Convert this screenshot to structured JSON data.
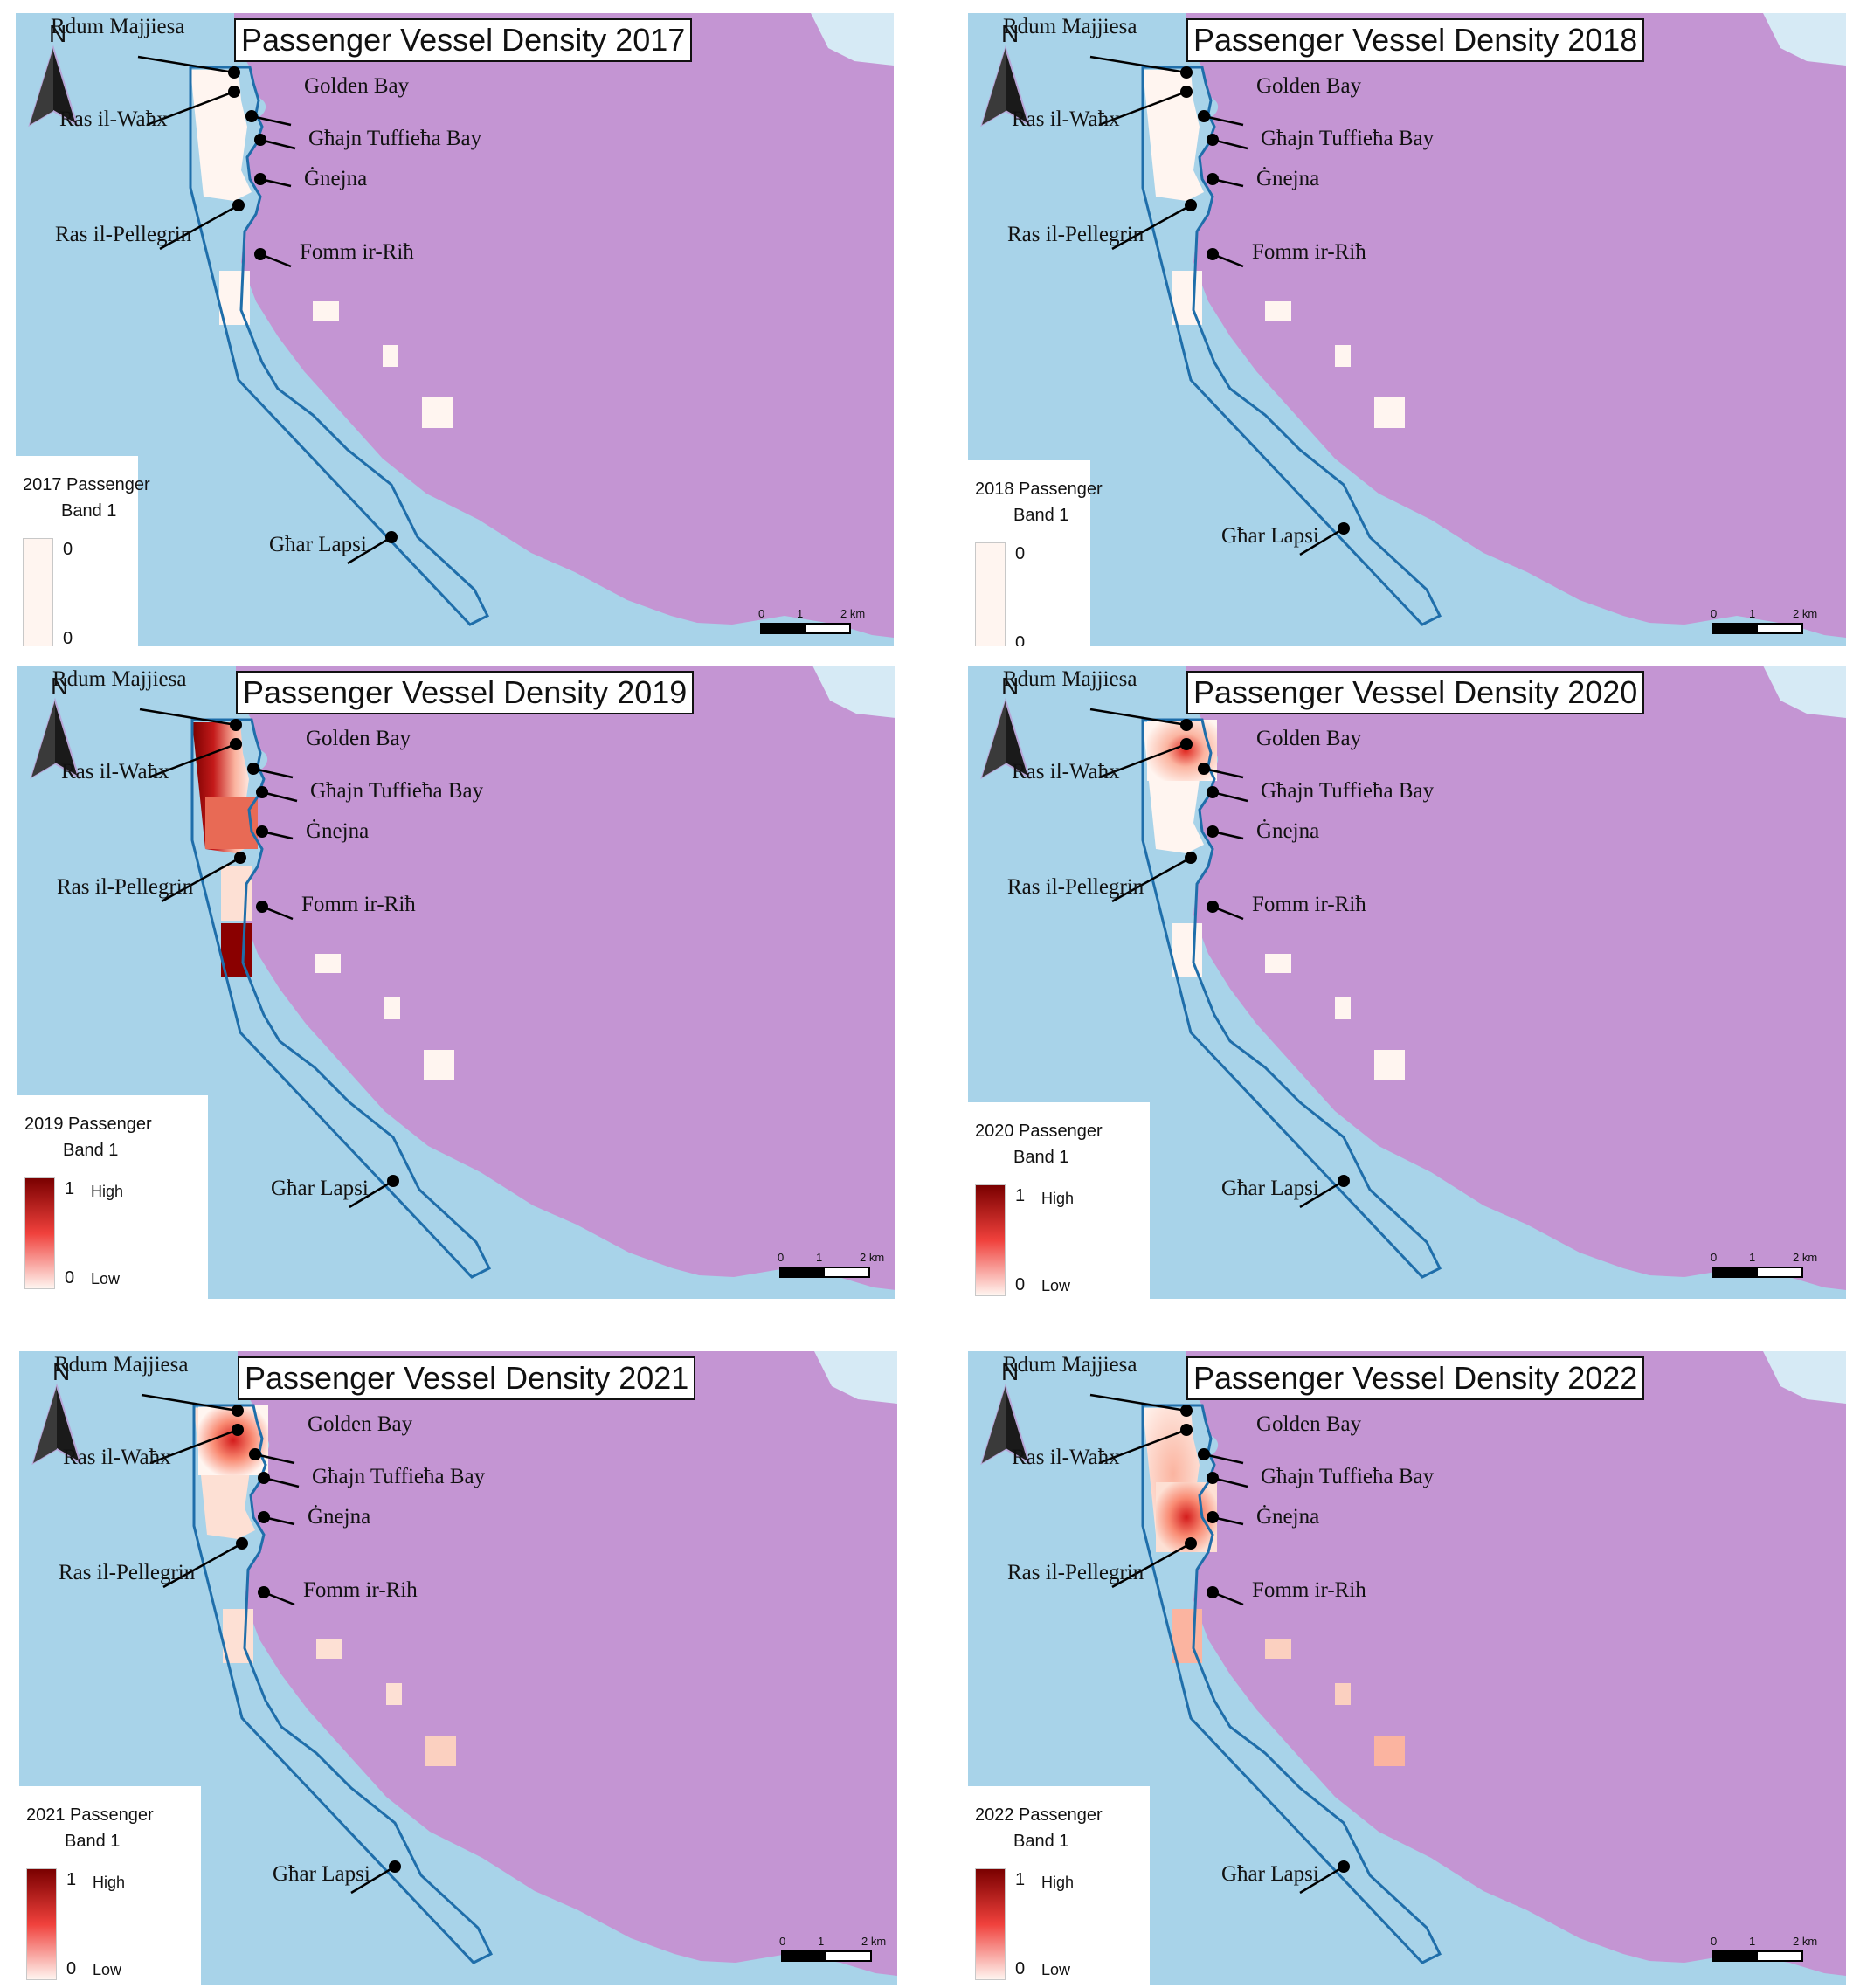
{
  "north_label": "N",
  "places": {
    "rdum": "Rdum Majjiesa",
    "wahx": "Ras il-Waħx",
    "golden": "Golden Bay",
    "tuffieha": "Għajn Tuffieħa Bay",
    "gnejna": "Ġnejna",
    "pellegrin": "Ras il-Pellegrin",
    "fomm": "Fomm ir-Riħ",
    "lapsi": "Għar Lapsi"
  },
  "scale_bar": {
    "ticks": [
      "0",
      "1",
      "2 km"
    ]
  },
  "colors": {
    "sea": "#a8d3e9",
    "land": "#c495d3",
    "boundary": "#1f6eaa",
    "low": "#fff5f0",
    "high": "#7a0000"
  },
  "panels": [
    {
      "year": "2017",
      "title": "Passenger Vessel Density 2017",
      "legend": {
        "line1": "2017 Passenger",
        "line2": "Band 1",
        "top_value": "0",
        "bottom_value": "0",
        "high": "",
        "low": "",
        "gradient": false
      }
    },
    {
      "year": "2018",
      "title": "Passenger Vessel Density 2018",
      "legend": {
        "line1": "2018 Passenger",
        "line2": "Band 1",
        "top_value": "0",
        "bottom_value": "0",
        "high": "",
        "low": "",
        "gradient": false
      }
    },
    {
      "year": "2019",
      "title": "Passenger Vessel Density 2019",
      "legend": {
        "line1": "2019 Passenger",
        "line2": "Band 1",
        "top_value": "1",
        "bottom_value": "0",
        "high": "High",
        "low": "Low",
        "gradient": true
      }
    },
    {
      "year": "2020",
      "title": "Passenger Vessel Density 2020",
      "legend": {
        "line1": "2020 Passenger",
        "line2": "Band 1",
        "top_value": "1",
        "bottom_value": "0",
        "high": "High",
        "low": "Low",
        "gradient": true
      }
    },
    {
      "year": "2021",
      "title": "Passenger Vessel Density 2021",
      "legend": {
        "line1": "2021 Passenger",
        "line2": "Band 1",
        "top_value": "1",
        "bottom_value": "0",
        "high": "High",
        "low": "Low",
        "gradient": true
      }
    },
    {
      "year": "2022",
      "title": "Passenger Vessel Density 2022",
      "legend": {
        "line1": "2022 Passenger",
        "line2": "Band 1",
        "top_value": "1",
        "bottom_value": "0",
        "high": "High",
        "low": "Low",
        "gradient": true
      }
    }
  ]
}
